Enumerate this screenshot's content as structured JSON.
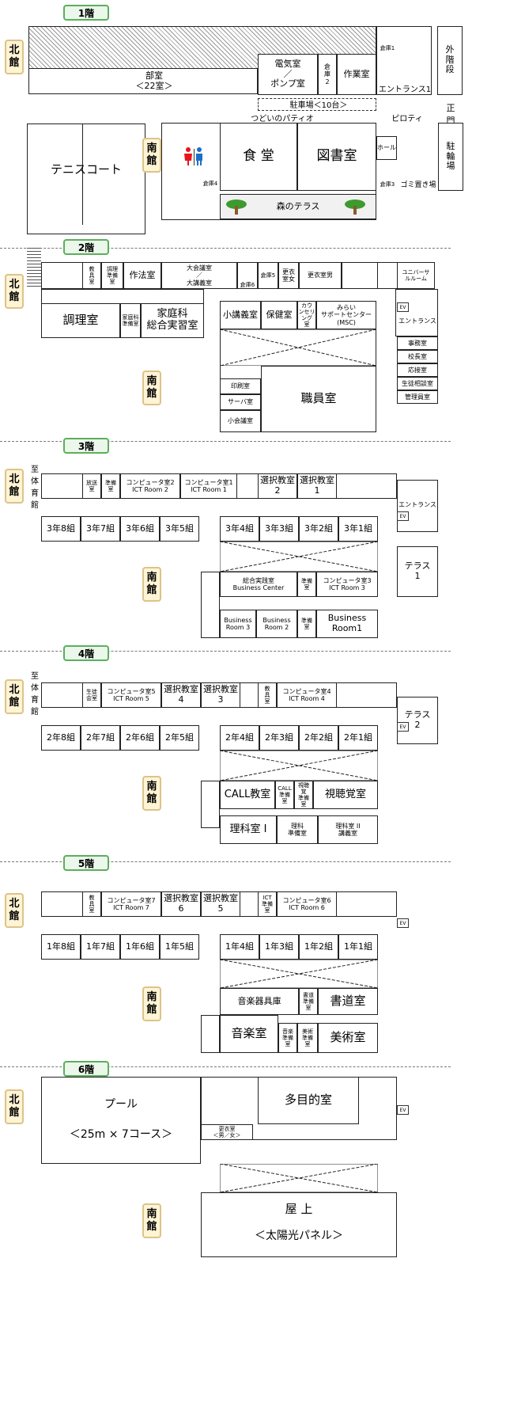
{
  "floors": {
    "f1": "1階",
    "f2": "2階",
    "f3": "3階",
    "f4": "4階",
    "f5": "5階",
    "f6": "6階"
  },
  "buildings": {
    "north": "北\n館",
    "south": "南\n館"
  },
  "f1": {
    "bukatsu": "部室\n＜22室＞",
    "denki": "電気室\n／\nポンプ室",
    "souko2": "倉\n庫\n2",
    "sagyou": "作業室",
    "souko1": "倉庫1",
    "entrance1": "エントランス1",
    "outer_stairs": "外\n階\n段",
    "parking": "駐車場＜10台＞",
    "patio": "つどいのパティオ",
    "piloti": "ピロティ",
    "main_gate": "正\n門",
    "bike": "駐\n輪\n場",
    "tennis": "テニスコート",
    "shokudo": "食 堂",
    "tosho": "図書室",
    "hall": "ホール",
    "souko4": "倉庫4",
    "souko3": "倉庫3",
    "gomi": "ゴミ置き場",
    "mori": "森のテラス"
  },
  "f2": {
    "kyogu": "教\n具\n室",
    "chori_jyunbi": "調理\n準備\n室",
    "sahou": "作法室",
    "daikaigi": "大会議室\n／\n大講義室",
    "souko6": "倉庫6",
    "souko5": "倉庫5",
    "koui_jo": "更衣\n室女",
    "koui_dan": "更衣室男",
    "universal": "ユニバーサ\nルルーム",
    "entrance": "エントランス",
    "chori": "調理室",
    "katei_jyunbi": "家庭科\n準備室",
    "katei": "家庭科\n総合実習室",
    "shokougi": "小講義室",
    "hoken": "保健室",
    "counsel": "カウ\nンセリ\nング\n室",
    "mirai": "みらい\nサポートセンター\n(MSC)",
    "jimu": "事務室",
    "kocho": "校長室",
    "ousetsu": "応接室",
    "seito_soudan": "生徒相談室",
    "kanri": "管理員室",
    "insatsu": "印刷室",
    "server": "サーバ室",
    "shokaigi": "小会議室",
    "shokuin": "職員室"
  },
  "f3": {
    "to_gym": "至\n体\n育\n館",
    "housou": "放送\n室",
    "jyunbi": "準備\n室",
    "ict2": "コンピュータ室2\nICT Room 2",
    "ict1": "コンピュータ室1\nICT Room 1",
    "sentaku2": "選択教室\n2",
    "sentaku1": "選択教室\n1",
    "entrance": "エントランス",
    "classes_n": [
      "3年8組",
      "3年7組",
      "3年6組",
      "3年5組"
    ],
    "classes_s": [
      "3年4組",
      "3年3組",
      "3年2組",
      "3年1組"
    ],
    "business_center": "総合実践室\nBusiness Center",
    "jyunbi2": "準備\n室",
    "ict3": "コンピュータ室3\nICT Room 3",
    "terrace1": "テラス\n1",
    "br3": "Business\nRoom 3",
    "br2": "Business\nRoom 2",
    "jyunbi3": "準備\n室",
    "br1": "Business\nRoom1"
  },
  "f4": {
    "to_gym": "至\n体\n育\n館",
    "seitokai": "生徒\n会室",
    "ict5": "コンピュータ室5\nICT Room 5",
    "sentaku4": "選択教室\n4",
    "sentaku3": "選択教室\n3",
    "kyogu": "教\n具\n室",
    "ict4": "コンピュータ室4\nICT Room 4",
    "terrace2": "テラス\n2",
    "classes_n": [
      "2年8組",
      "2年7組",
      "2年6組",
      "2年5組"
    ],
    "classes_s": [
      "2年4組",
      "2年3組",
      "2年2組",
      "2年1組"
    ],
    "call": "CALL教室",
    "call_jyunbi": "CALL\n準備\n室",
    "shicho_jyunbi": "視聴\n覚\n準備\n室",
    "shicho": "視聴覚室",
    "rika1": "理科室 I",
    "rika_jyunbi": "理科\n準備室",
    "rika2": "理科室 II\n講義室"
  },
  "f5": {
    "kyogu": "教\n具\n室",
    "ict7": "コンピュータ室7\nICT Room 7",
    "sentaku6": "選択教室\n6",
    "sentaku5": "選択教室\n5",
    "ict_jyunbi": "ICT\n準備\n室",
    "ict6": "コンピュータ室6\nICT Room 6",
    "classes_n": [
      "1年8組",
      "1年7組",
      "1年6組",
      "1年5組"
    ],
    "classes_s": [
      "1年4組",
      "1年3組",
      "1年2組",
      "1年1組"
    ],
    "gakki": "音楽器具庫",
    "shodo_jyunbi": "書道\n準備\n室",
    "shodo": "書道室",
    "ongaku": "音楽室",
    "ongaku_jyunbi": "音楽\n準備\n室",
    "bijutsu_jyunbi": "美術\n準備\n室",
    "bijutsu": "美術室"
  },
  "f6": {
    "pool": "プール",
    "pool_desc": "＜25m × 7コース＞",
    "koui": "更衣室\n＜男／女＞",
    "tamokuteki": "多目的室",
    "okujo": "屋 上",
    "solar": "＜太陽光パネル＞"
  },
  "ev": "EV",
  "colors": {
    "female": "#e8141c",
    "male": "#1a6fc9",
    "tag_border": "#5dae5d",
    "bldg_fill": "#fff4d4"
  }
}
